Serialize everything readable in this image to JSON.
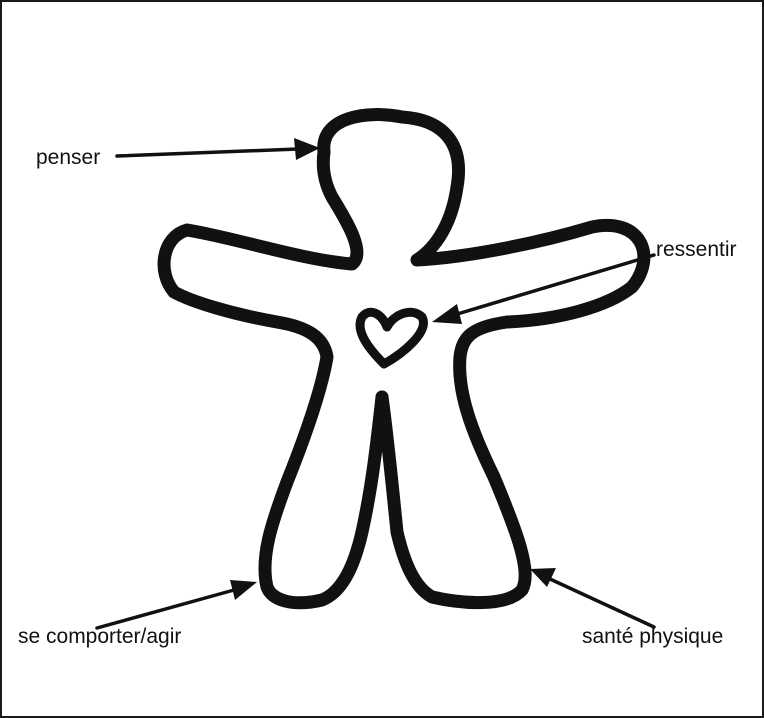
{
  "labels": {
    "penser": "penser",
    "ressentir": "ressentir",
    "se_comporter": "se comporter/agir",
    "sante": "santé physique"
  },
  "colors": {
    "ink": "#111111",
    "background": "#ffffff"
  }
}
